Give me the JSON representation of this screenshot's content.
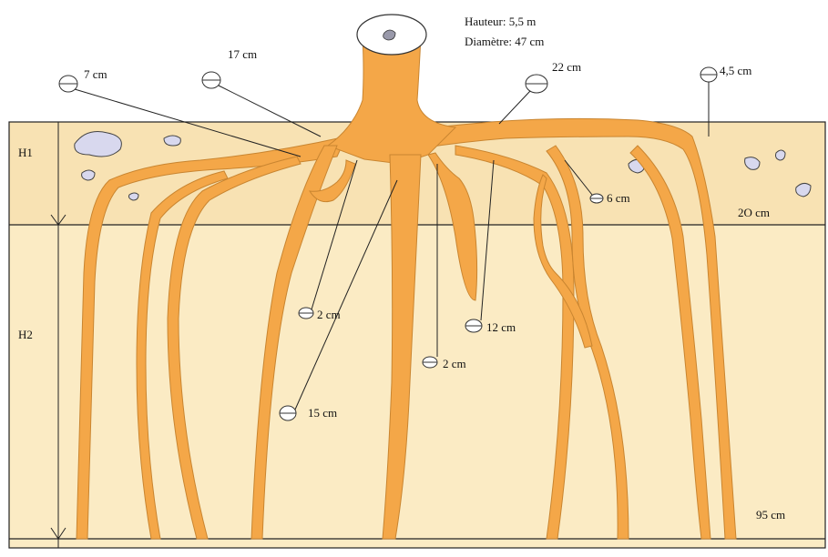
{
  "trunk": {
    "height_label": "Hauteur: 5,5 m",
    "diameter_label": "Diamètre: 47 cm"
  },
  "horizons": {
    "h1": "H1",
    "h2": "H2",
    "depth_h1": "2O cm",
    "depth_h2": "95 cm"
  },
  "roots": {
    "r_7": "7 cm",
    "r_17": "17 cm",
    "r_22": "22 cm",
    "r_4_5": "4,5 cm",
    "r_6": "6 cm",
    "r_2a": "2 cm",
    "r_12": "12 cm",
    "r_2b": "2 cm",
    "r_15": "15 cm"
  },
  "colors": {
    "soil": "#fbebc4",
    "soil_h1": "#f8e2b3",
    "root": "#f4a748",
    "root_edge": "#c98530",
    "stone": "#d8d8ee"
  }
}
